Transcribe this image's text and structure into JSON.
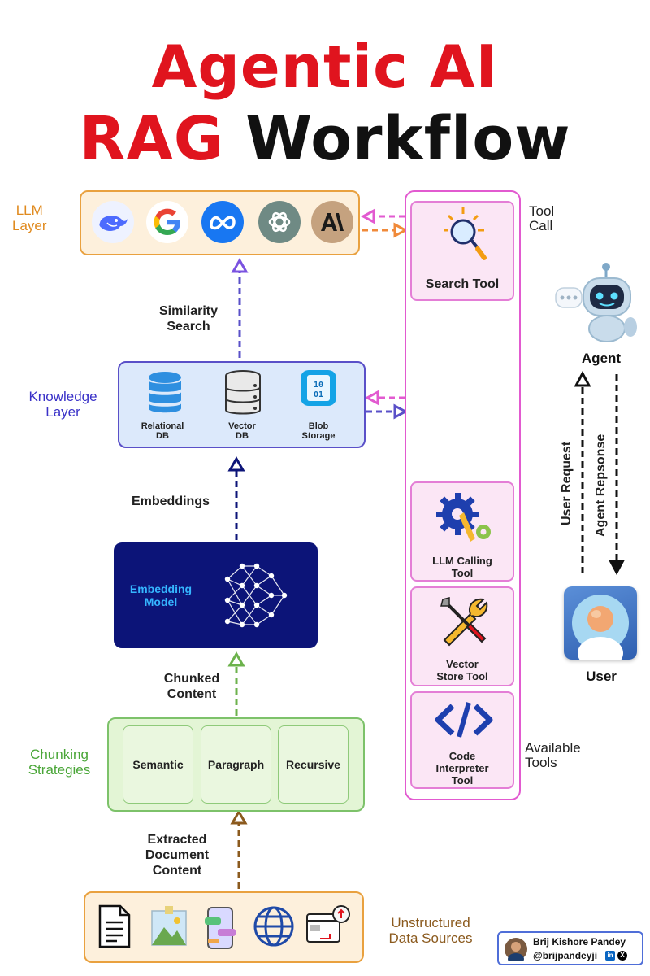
{
  "title": {
    "line1": "Agentic AI",
    "line2_red": "RAG",
    "line2_black": "Workflow"
  },
  "layers": {
    "llm": {
      "label_line1": "LLM",
      "label_line2": "Layer",
      "color": "#e08a1e",
      "logos": [
        "deepseek-icon",
        "google-icon",
        "meta-icon",
        "openai-icon",
        "anthropic-icon"
      ]
    },
    "knowledge": {
      "label_line1": "Knowledge",
      "label_line2": "Layer",
      "color": "#3a32c8",
      "stores": [
        {
          "line1": "Relational",
          "line2": "DB"
        },
        {
          "line1": "Vector",
          "line2": "DB"
        },
        {
          "line1": "Blob",
          "line2": "Storage"
        }
      ]
    },
    "embedding": {
      "line1": "Embedding",
      "line2": "Model"
    },
    "chunking": {
      "label_line1": "Chunking",
      "label_line2": "Strategies",
      "color": "#4aa638",
      "items": [
        "Semantic",
        "Paragraph",
        "Recursive"
      ]
    },
    "sources": {
      "label_line1": "Unstructured",
      "label_line2": "Data Sources",
      "color": "#8b5a1e",
      "icons": [
        "document-icon",
        "image-icon",
        "chat-app-icon",
        "globe-icon",
        "upload-window-icon"
      ]
    }
  },
  "edges": {
    "similarity": {
      "line1": "Similarity",
      "line2": "Search"
    },
    "embeddings": "Embeddings",
    "chunked": {
      "line1": "Chunked",
      "line2": "Content"
    },
    "extracted": {
      "line1": "Extracted",
      "line2": "Document",
      "line3": "Content"
    }
  },
  "tools": {
    "call_label": {
      "line1": "Tool",
      "line2": "Call"
    },
    "available_label": {
      "line1": "Available",
      "line2": "Tools"
    },
    "items": [
      {
        "line1": "Search Tool",
        "line2": "",
        "line3": ""
      },
      {
        "line1": "LLM Calling",
        "line2": "Tool",
        "line3": ""
      },
      {
        "line1": "Vector",
        "line2": "Store Tool",
        "line3": ""
      },
      {
        "line1": "Code",
        "line2": "Interpreter",
        "line3": "Tool"
      }
    ]
  },
  "agent": {
    "agent_label": "Agent",
    "user_label": "User",
    "user_request": "User Request",
    "agent_response": "Agent Repsonse"
  },
  "author": {
    "name": "Brij Kishore Pandey",
    "handle": "@brijpandeyji",
    "linkedin": "in",
    "x": "X"
  }
}
